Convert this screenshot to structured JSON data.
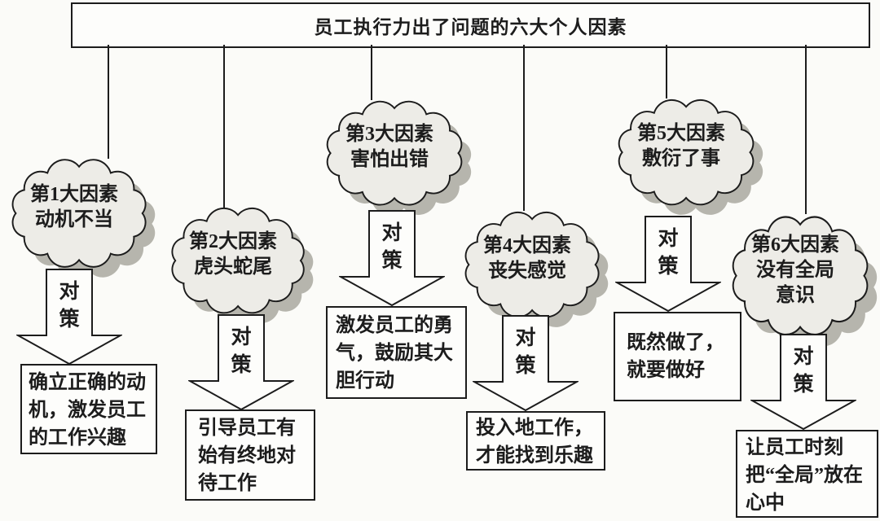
{
  "title": "员工执行力出了问题的六大个人因素",
  "arrow_label": "对策",
  "factors": [
    {
      "cloud_label": "第1大因素\n动机不当",
      "solution": "确立正确的动机，激发员工的工作兴趣"
    },
    {
      "cloud_label": "第2大因素\n虎头蛇尾",
      "solution": "引导员工有始有终地对待工作"
    },
    {
      "cloud_label": "第3大因素\n害怕出错",
      "solution": "激发员工的勇气，鼓励其大胆行动"
    },
    {
      "cloud_label": "第4大因素\n丧失感觉",
      "solution": "投入地工作，才能找到乐趣"
    },
    {
      "cloud_label": "第5大因素\n敷衍了事",
      "solution": "既然做了，就要做好"
    },
    {
      "cloud_label": "第6大因素\n没有全局\n意识",
      "solution": "让员工时刻把“全局”放在心中"
    }
  ],
  "colors": {
    "background": "#fbfbf8",
    "line": "#1c1c1c",
    "cloud_fill": "#edece7",
    "cloud_shadow": "#b6b5ad",
    "box_fill": "#fdfdfb"
  }
}
